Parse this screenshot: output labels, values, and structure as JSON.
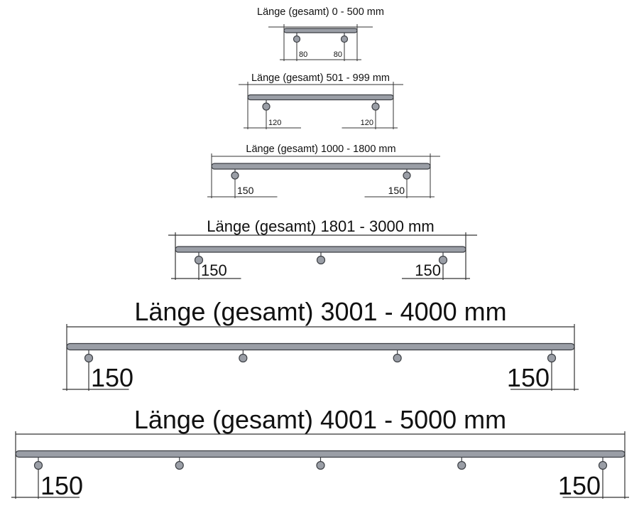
{
  "diagrams": [
    {
      "title": "Länge (gesamt) 0 - 500 mm",
      "left_offset": "80",
      "right_offset": "80",
      "posts": 2
    },
    {
      "title": "Länge (gesamt) 501 - 999 mm",
      "left_offset": "120",
      "right_offset": "120",
      "posts": 2
    },
    {
      "title": "Länge (gesamt) 1000 - 1800 mm",
      "left_offset": "150",
      "right_offset": "150",
      "posts": 2
    },
    {
      "title": "Länge (gesamt) 1801 - 3000 mm",
      "left_offset": "150",
      "right_offset": "150",
      "posts": 3
    },
    {
      "title": "Länge (gesamt) 3001 - 4000 mm",
      "left_offset": "150",
      "right_offset": "150",
      "posts": 4
    },
    {
      "title": "Länge (gesamt) 4001 - 5000 mm",
      "left_offset": "150",
      "right_offset": "150",
      "posts": 5
    }
  ],
  "colors": {
    "rail_fill": "#9a9ea6",
    "outline": "#3c3f44",
    "dimension_line": "#333333",
    "text": "#111111"
  }
}
